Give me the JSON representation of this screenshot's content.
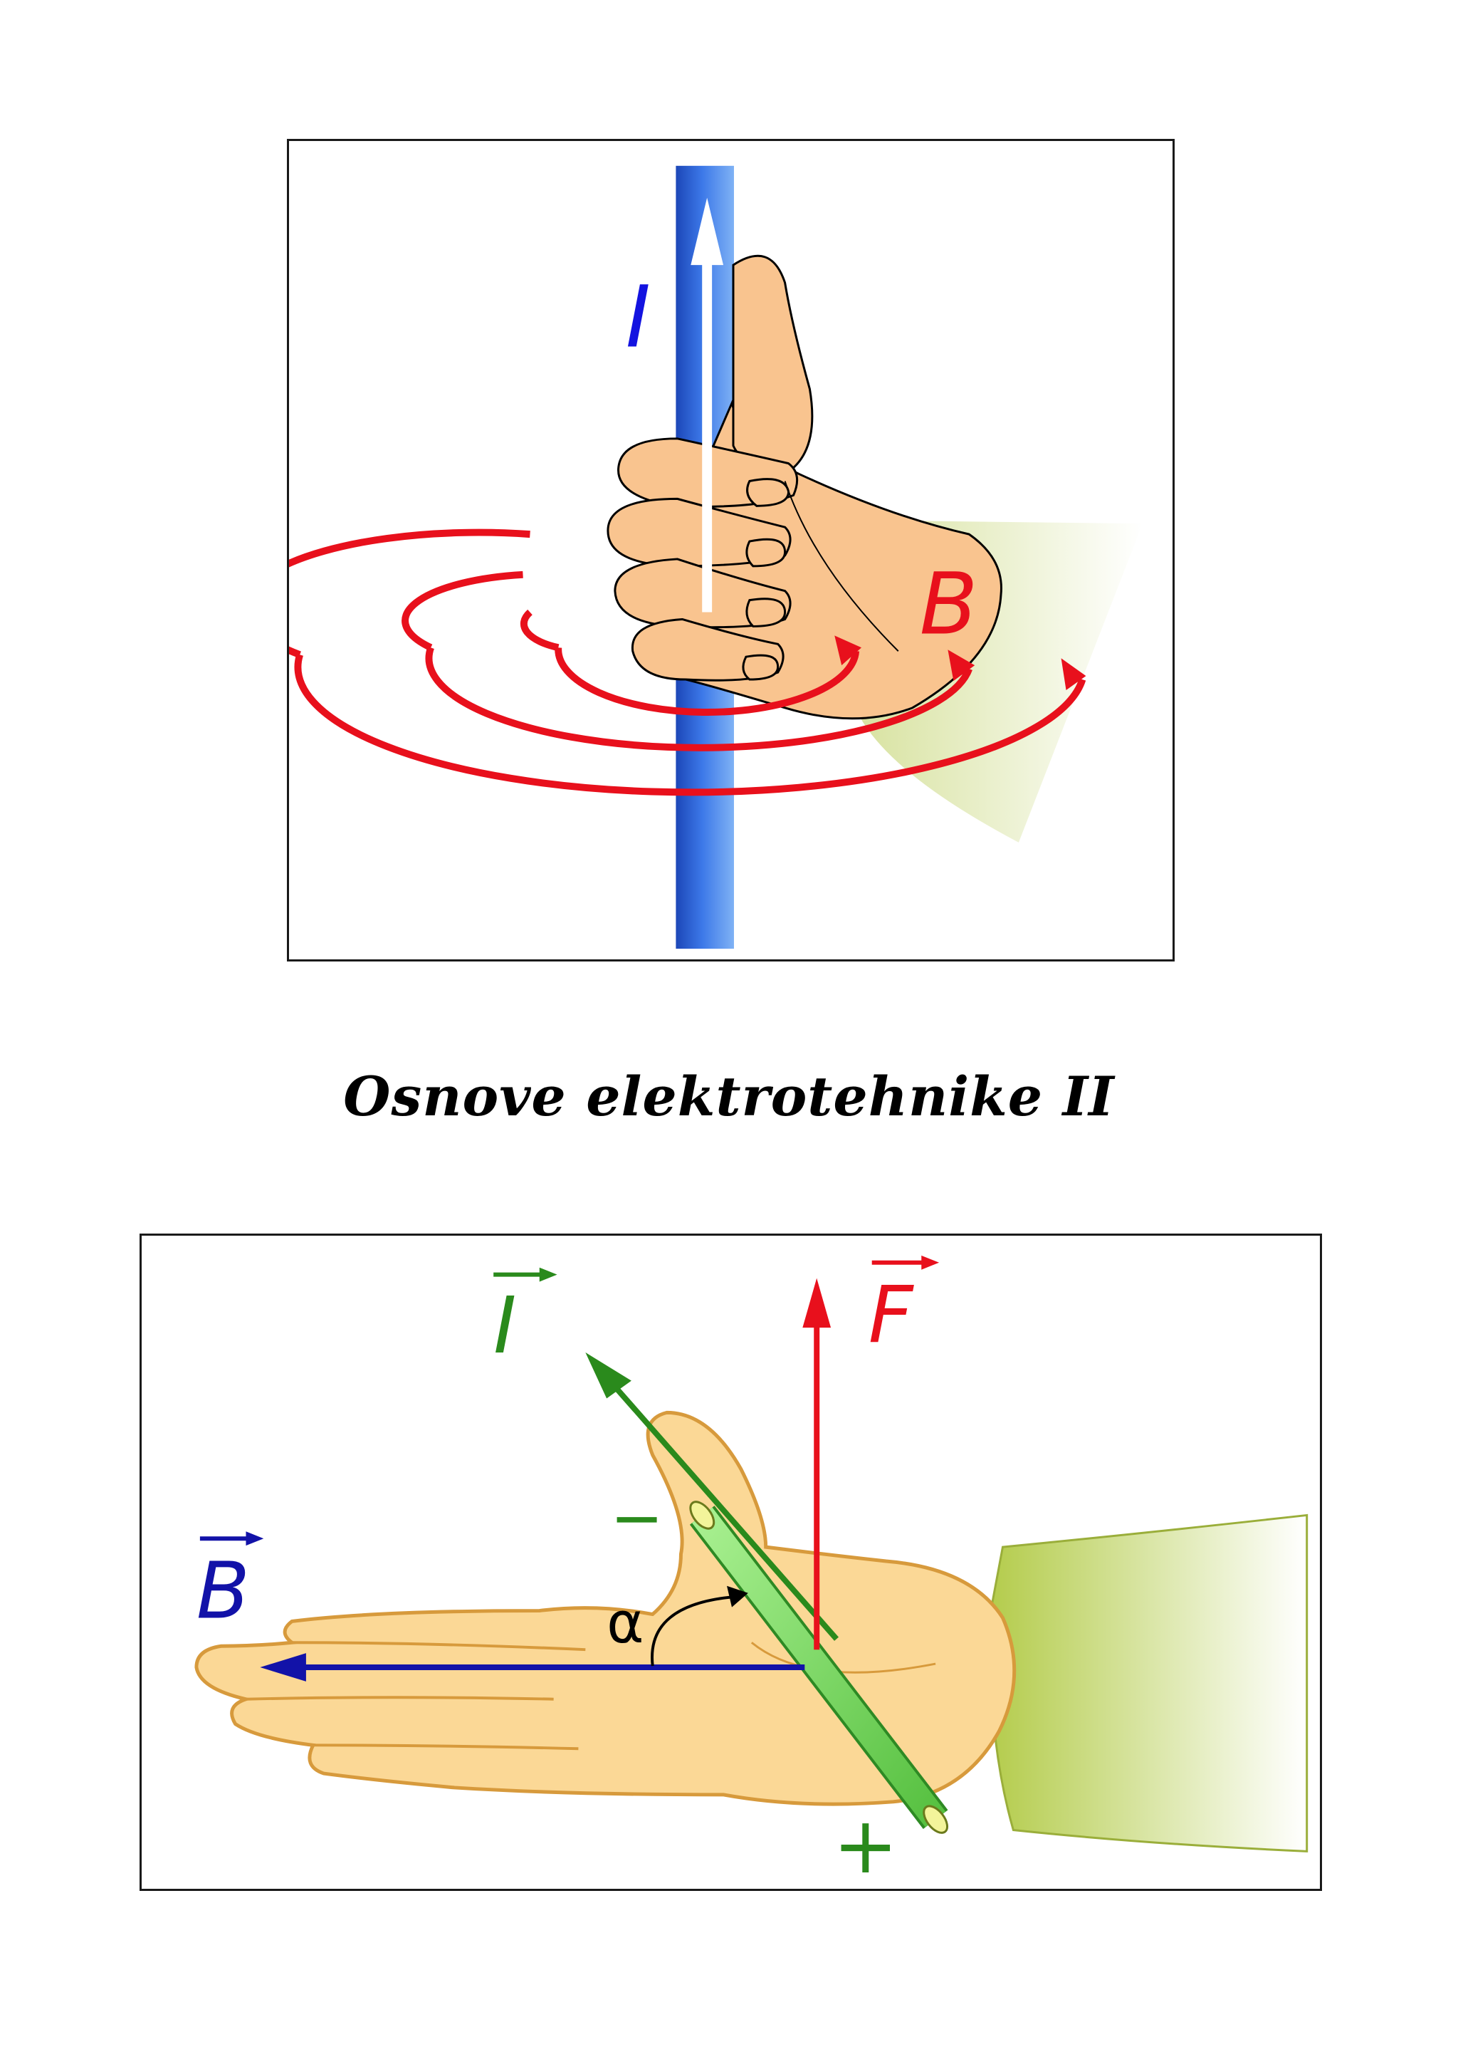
{
  "title": "Osnove elektrotehnike II",
  "top_figure": {
    "label_current": "I",
    "label_field": "B",
    "colors": {
      "wire": "#2a5fd6",
      "field": "#e8101c",
      "current_label": "#1313e0",
      "skin": "#f9c48f",
      "sleeve": "#cddc8a"
    }
  },
  "bottom_figure": {
    "label_current": "I",
    "label_force": "F",
    "label_field": "B",
    "label_angle": "α",
    "label_minus": "−",
    "label_plus": "+",
    "colors": {
      "current": "#2a8a1c",
      "force": "#e8101c",
      "field": "#1212a8",
      "skin": "#fbd896",
      "sleeve": "#b9cf54",
      "conductor": "#7fe06a"
    }
  }
}
